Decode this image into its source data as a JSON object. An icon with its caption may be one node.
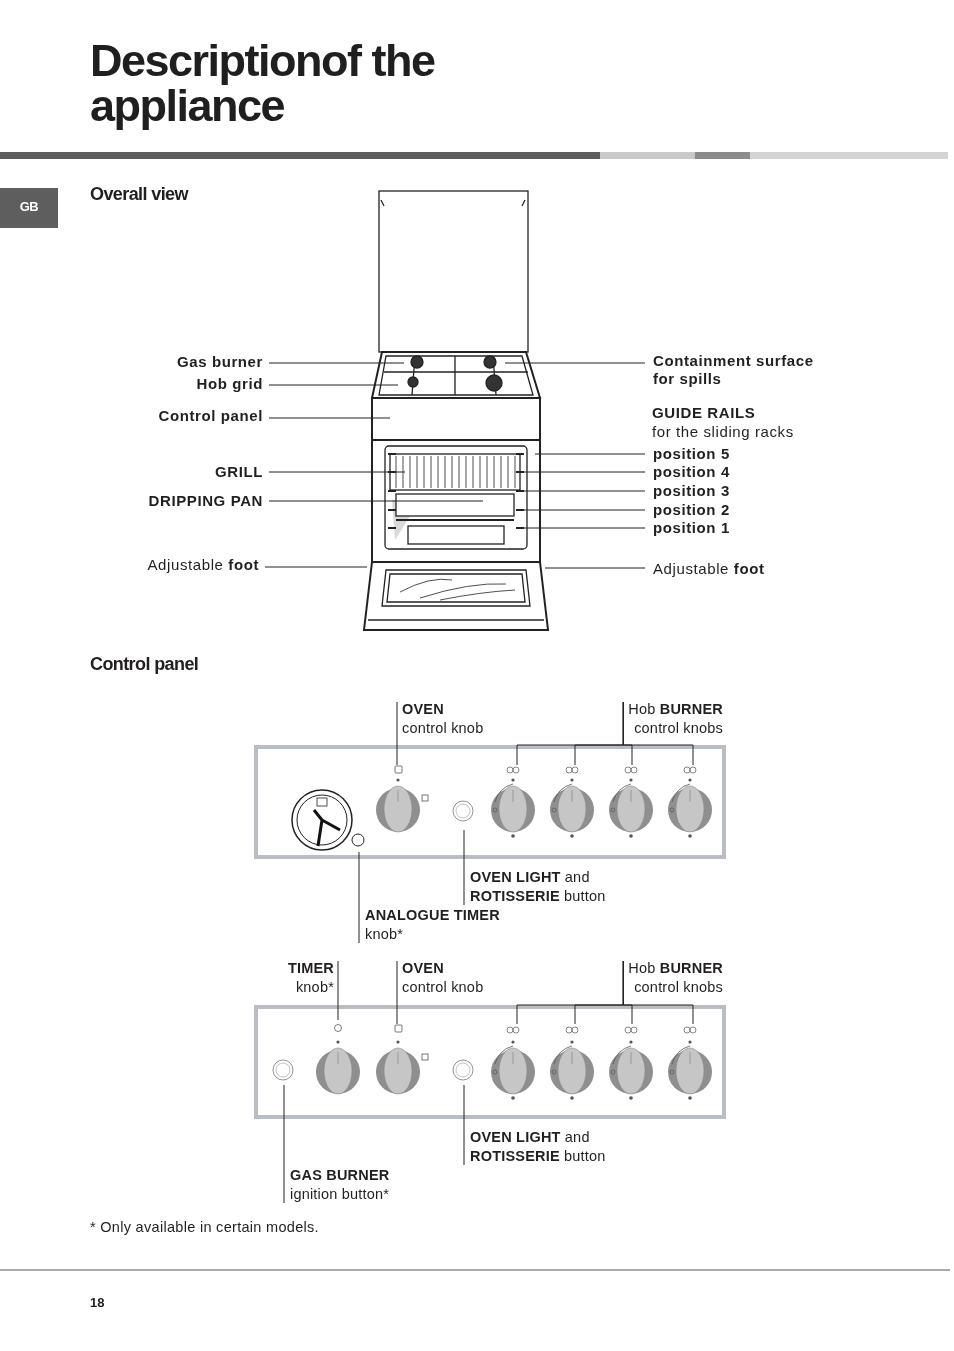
{
  "diagram": {
    "title": "Descriptionof the appliance",
    "nodes": [
      {
        "text": [
          "Gas burner"
        ]
      },
      {
        "text": [
          "Hob grid"
        ]
      },
      {
        "text": [
          "Control panel"
        ]
      },
      {
        "text": [
          "GRILL"
        ]
      },
      {
        "text": [
          "DRIPPING PAN"
        ]
      },
      {
        "text": [
          "Adjustable **foot**"
        ]
      },
      {
        "text": [
          "Containment surface for spills"
        ]
      },
      {
        "text": [
          "position 5"
        ]
      },
      {
        "text": [
          "position 4"
        ]
      },
      {
        "text": [
          "position 3"
        ]
      },
      {
        "text": [
          "position 2"
        ]
      },
      {
        "text": [
          "position 1"
        ]
      },
      {
        "text": [
          "Adjustable **foot**"
        ]
      },
      {
        "text": [
          "OVEN",
          "control knob"
        ]
      },
      {
        "text": [
          "Hob **BURNER**",
          "control knobs"
        ]
      },
      {
        "text": [
          "**OVEN LIGHT** and **ROTISSERIE** button"
        ]
      },
      {
        "text": [
          "ANALOGUE TIMER",
          "knob*"
        ]
      },
      {
        "text": [
          "TIMER",
          "knob*"
        ]
      },
      {
        "text": [
          "OVEN",
          "control knob"
        ]
      },
      {
        "text": [
          "Hob **BURNER**",
          "control knobs"
        ]
      },
      {
        "text": [
          "**OVEN LIGHT** and **ROTISSERIE** button"
        ]
      },
      {
        "text": [
          "GAS BURNER",
          "ignition button*"
        ]
      }
    ],
    "edges": [
      {
        "from": 0,
        "to": null,
        "arrow": "none"
      },
      {
        "from": 1,
        "to": null,
        "arrow": "none"
      },
      {
        "from": 2,
        "to": null,
        "arrow": "none"
      },
      {
        "from": 3,
        "to": null,
        "arrow": "none"
      },
      {
        "from": 4,
        "to": null,
        "arrow": "none"
      },
      {
        "from": 5,
        "to": null,
        "arrow": "none"
      },
      {
        "from": 6,
        "to": null,
        "arrow": "none"
      },
      {
        "from": 7,
        "to": null,
        "arrow": "none"
      },
      {
        "from": 8,
        "to": null,
        "arrow": "none"
      },
      {
        "from": 9,
        "to": null,
        "arrow": "none"
      },
      {
        "from": 10,
        "to": null,
        "arrow": "none"
      },
      {
        "from": 11,
        "to": null,
        "arrow": "none"
      },
      {
        "from": 12,
        "to": null,
        "arrow": "none"
      },
      {
        "from": 13,
        "to": null,
        "arrow": "none"
      },
      {
        "from": 14,
        "to": null,
        "arrow": "none"
      },
      {
        "from": 14,
        "to": null,
        "arrow": "none"
      },
      {
        "from": 14,
        "to": null,
        "arrow": "none"
      },
      {
        "from": 14,
        "to": null,
        "arrow": "none"
      },
      {
        "from": 15,
        "to": null,
        "arrow": "none"
      },
      {
        "from": 16,
        "to": null,
        "arrow": "none"
      },
      {
        "from": 17,
        "to": null,
        "arrow": "none"
      },
      {
        "from": 18,
        "to": null,
        "arrow": "none"
      },
      {
        "from": 19,
        "to": null,
        "arrow": "none"
      },
      {
        "from": 19,
        "to": null,
        "arrow": "none"
      },
      {
        "from": 19,
        "to": null,
        "arrow": "none"
      },
      {
        "from": 19,
        "to": null,
        "arrow": "none"
      },
      {
        "from": 20,
        "to": null,
        "arrow": "none"
      },
      {
        "from": 21,
        "to": null,
        "arrow": "none"
      }
    ],
    "labels": [
      "GB",
      "Overall view",
      "GUIDE RAILS",
      "for the sliding racks",
      "Control panel",
      "* Only available in certain models.",
      "18"
    ]
  }
}
